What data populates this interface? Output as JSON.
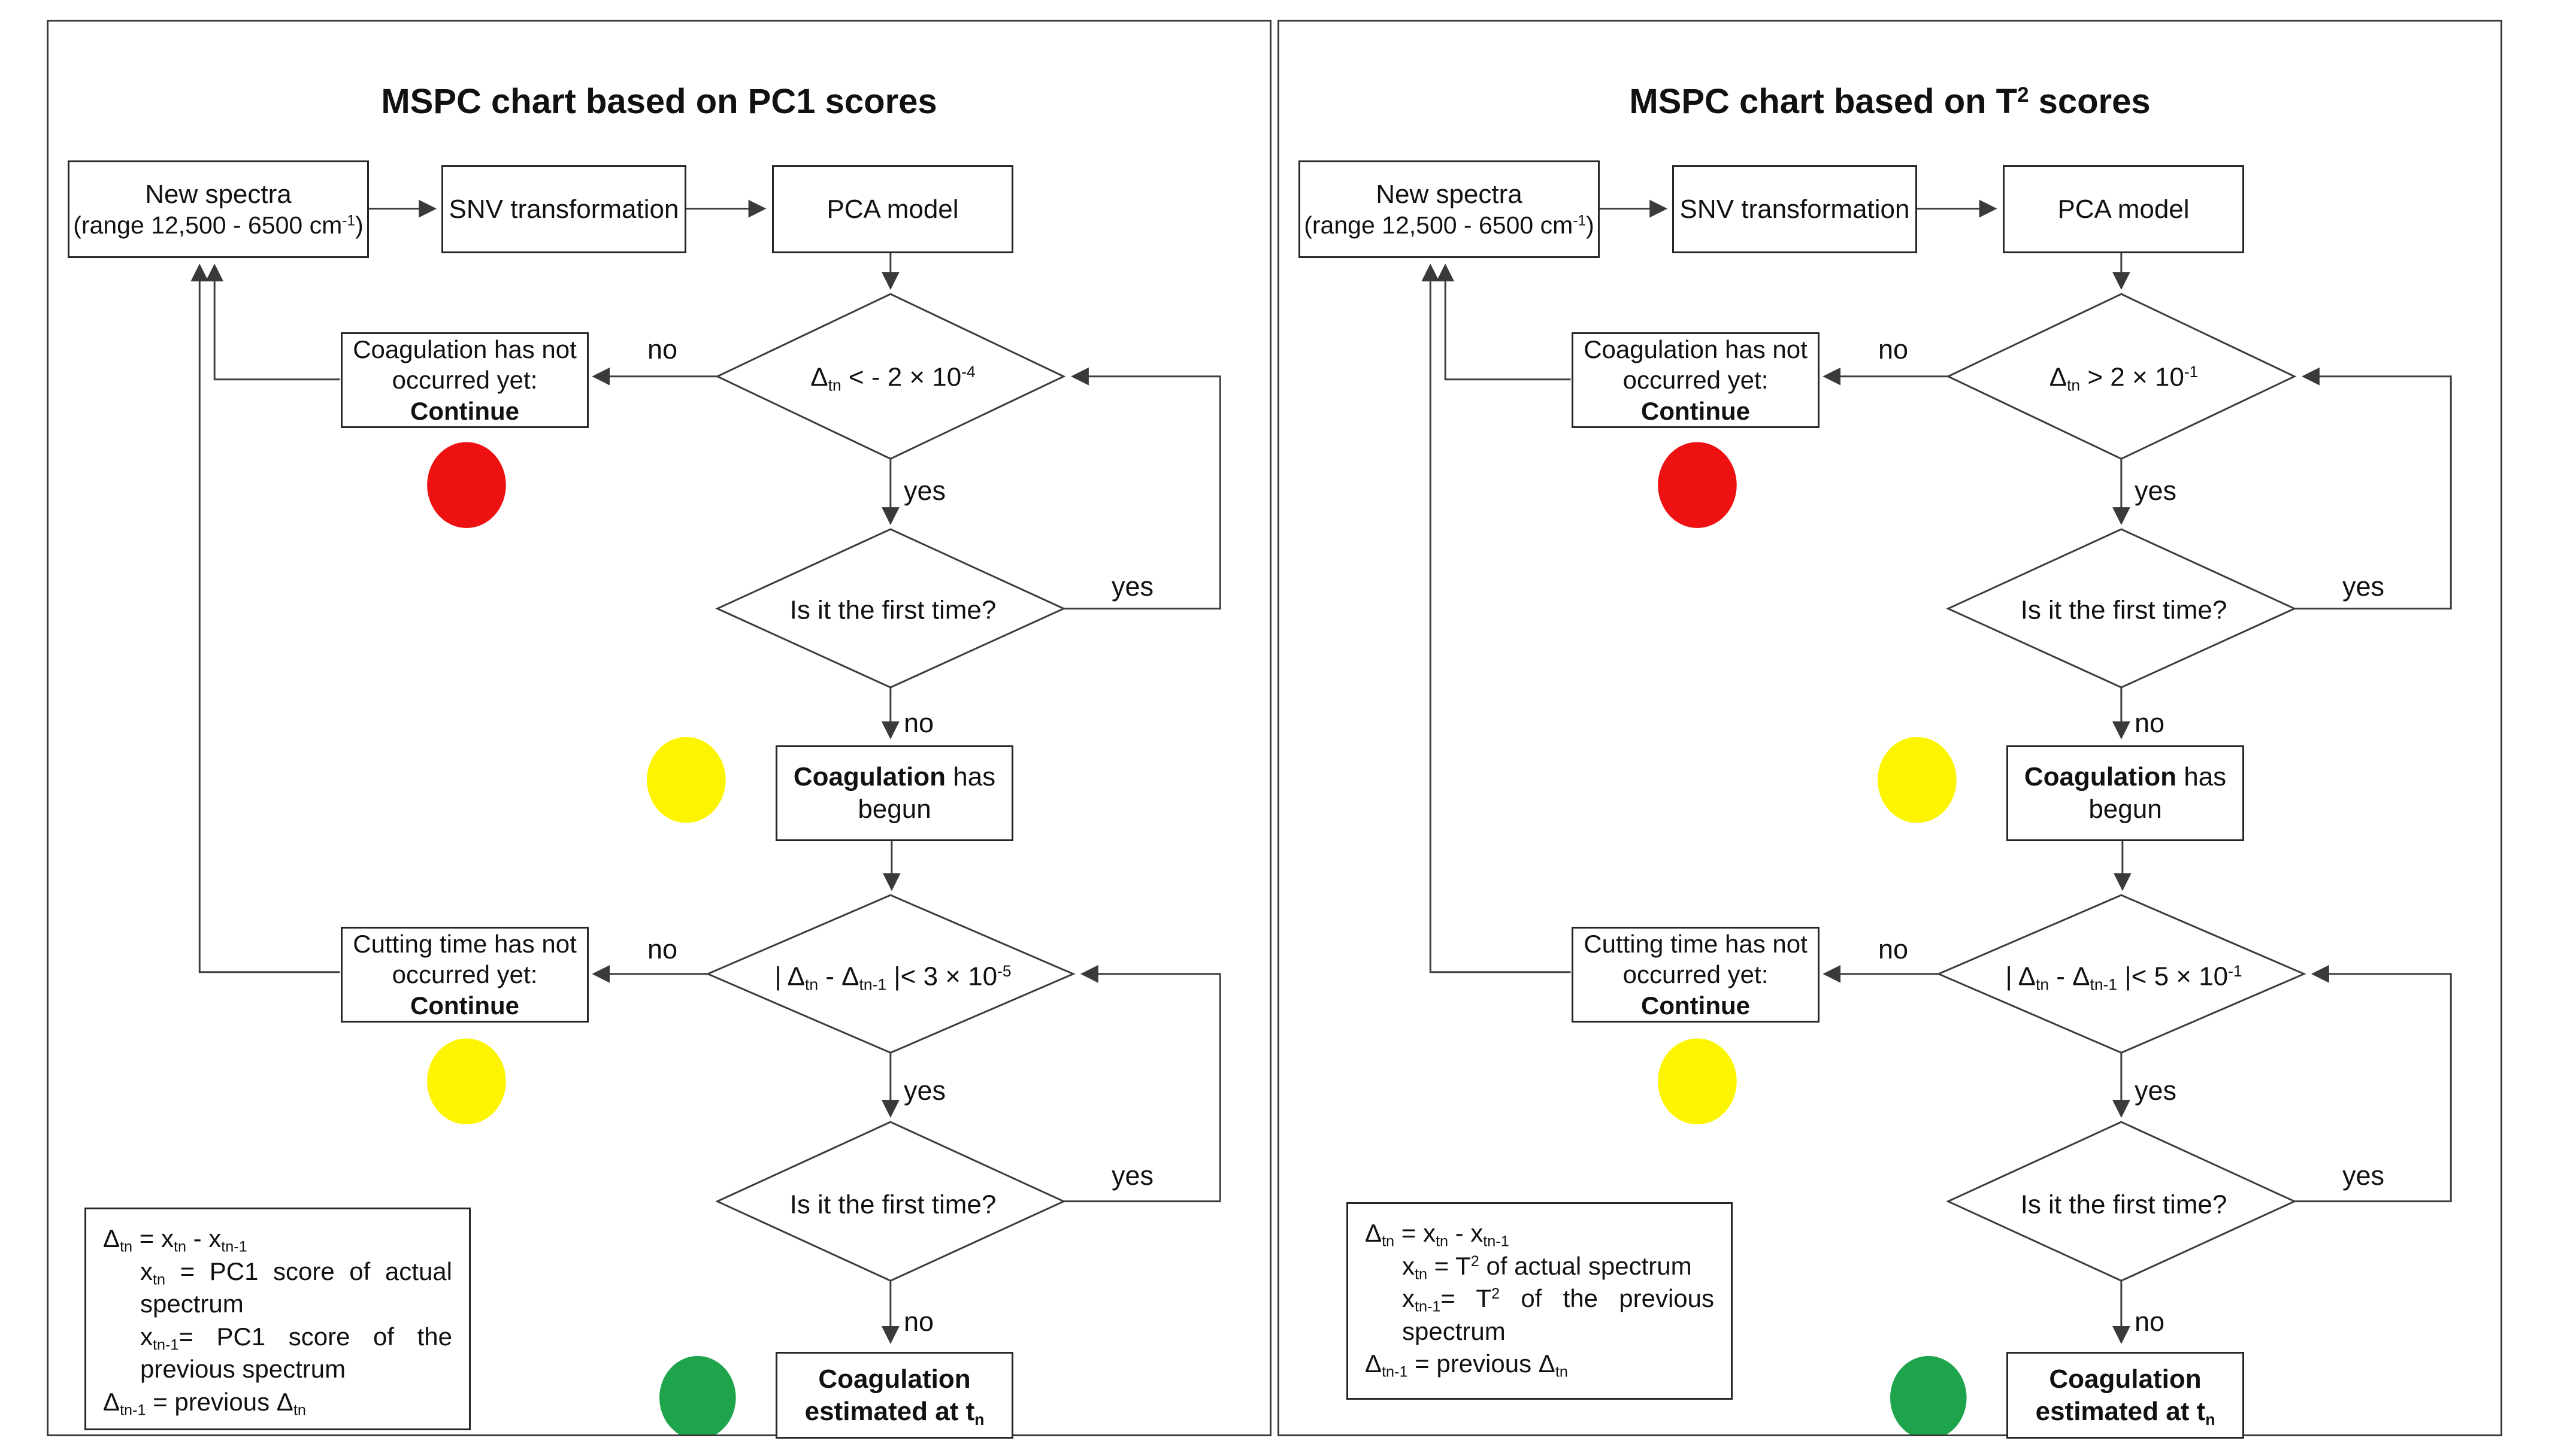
{
  "colors": {
    "red": "#ee1111",
    "yellow": "#fdf500",
    "green": "#1ea54c"
  },
  "labels": {
    "yes": "yes",
    "no": "no"
  },
  "panels": [
    {
      "title": {
        "pre": "MSPC chart based on PC1 scores",
        "sup": "",
        "post": ""
      },
      "new_spectra": {
        "line1": "New spectra",
        "line2_pre": "(range 12,500 - 6500 cm",
        "line2_sup": "-1",
        "line2_post": ")"
      },
      "snv": "SNV transformation",
      "pca": "PCA model",
      "decision1": {
        "sym": "Δ",
        "sub": "tn",
        "op": " < - 2 × 10",
        "exp": "-4"
      },
      "first_time": "Is it the first time?",
      "coag_not": {
        "text": "Coagulation has not occurred yet:",
        "bold": "Continue"
      },
      "coag_begun": {
        "bold": "Coagulation",
        "rest": " has begun"
      },
      "decision2": {
        "bar1": "| ",
        "sym1": "Δ",
        "sub1": "tn",
        "mid": " - ",
        "sym2": "Δ",
        "sub2": "tn-1",
        "bar2": " |< 3 × 10",
        "exp": "-5"
      },
      "cutting_not": {
        "text": "Cutting time has not occurred yet:",
        "bold": "Continue"
      },
      "estimated": {
        "bold": "Coagulation",
        "line2": "estimated at t",
        "sub": "n"
      },
      "legend": {
        "l1": {
          "a": "Δ",
          "b": "tn",
          "c": " = x",
          "d": "tn",
          "e": " - x",
          "f": "tn-1"
        },
        "l2": {
          "a": "x",
          "b": "tn",
          "c": " = PC1 score of actual spectrum",
          "d": "",
          "e": ""
        },
        "l3": {
          "a": "x",
          "b": "tn-1",
          "c": "= PC1 score of the previous spectrum",
          "d": "",
          "e": ""
        },
        "l4": {
          "a": "Δ",
          "b": "tn-1",
          "c": " = previous ",
          "d": "Δ",
          "e": "tn"
        }
      }
    },
    {
      "title": {
        "pre": "MSPC chart based on T",
        "sup": "2",
        "post": " scores"
      },
      "new_spectra": {
        "line1": "New spectra",
        "line2_pre": "(range 12,500 - 6500 cm",
        "line2_sup": "-1",
        "line2_post": ")"
      },
      "snv": "SNV transformation",
      "pca": "PCA model",
      "decision1": {
        "sym": "Δ",
        "sub": "tn",
        "op": " > 2 × 10",
        "exp": "-1"
      },
      "first_time": "Is it the first time?",
      "coag_not": {
        "text": "Coagulation has not occurred yet:",
        "bold": "Continue"
      },
      "coag_begun": {
        "bold": "Coagulation",
        "rest": " has begun"
      },
      "decision2": {
        "bar1": "| ",
        "sym1": "Δ",
        "sub1": "tn",
        "mid": " - ",
        "sym2": "Δ",
        "sub2": "tn-1",
        "bar2": " |< 5 × 10",
        "exp": "-1"
      },
      "cutting_not": {
        "text": "Cutting time has not occurred yet:",
        "bold": "Continue"
      },
      "estimated": {
        "bold": "Coagulation",
        "line2": "estimated at t",
        "sub": "n"
      },
      "legend": {
        "l1": {
          "a": "Δ",
          "b": "tn",
          "c": " = x",
          "d": "tn",
          "e": " - x",
          "f": "tn-1"
        },
        "l2": {
          "a": "x",
          "b": "tn",
          "c": " = T",
          "d": "2",
          "e": " of actual spectrum"
        },
        "l3": {
          "a": "x",
          "b": "tn-1",
          "c": "= T",
          "d": "2",
          "e": " of the previous spectrum"
        },
        "l4": {
          "a": "Δ",
          "b": "tn-1",
          "c": " = previous ",
          "d": "Δ",
          "e": "tn"
        }
      }
    }
  ]
}
